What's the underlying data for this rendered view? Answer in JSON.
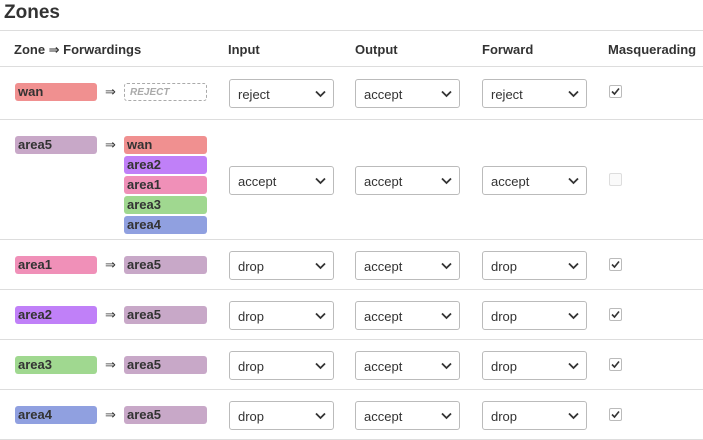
{
  "title": "Zones",
  "headers": {
    "zone": "Zone ⇒ Forwardings",
    "input": "Input",
    "output": "Output",
    "forward": "Forward",
    "masq": "Masquerading"
  },
  "arrow": "⇒",
  "reject_label": "REJECT",
  "rows": [
    {
      "zone": {
        "name": "wan",
        "color": "#f09090"
      },
      "forwardings": [],
      "input": "reject",
      "output": "accept",
      "forward": "reject",
      "masq": true
    },
    {
      "zone": {
        "name": "area5",
        "color": "#c8a8c8"
      },
      "forwardings": [
        {
          "name": "wan",
          "color": "#f09090"
        },
        {
          "name": "area2",
          "color": "#c080f8"
        },
        {
          "name": "area1",
          "color": "#f090b8"
        },
        {
          "name": "area3",
          "color": "#a0d890"
        },
        {
          "name": "area4",
          "color": "#90a0e0"
        }
      ],
      "input": "accept",
      "output": "accept",
      "forward": "accept",
      "masq": false
    },
    {
      "zone": {
        "name": "area1",
        "color": "#f090b8"
      },
      "forwardings": [
        {
          "name": "area5",
          "color": "#c8a8c8"
        }
      ],
      "input": "drop",
      "output": "accept",
      "forward": "drop",
      "masq": true
    },
    {
      "zone": {
        "name": "area2",
        "color": "#c080f8"
      },
      "forwardings": [
        {
          "name": "area5",
          "color": "#c8a8c8"
        }
      ],
      "input": "drop",
      "output": "accept",
      "forward": "drop",
      "masq": true
    },
    {
      "zone": {
        "name": "area3",
        "color": "#a0d890"
      },
      "forwardings": [
        {
          "name": "area5",
          "color": "#c8a8c8"
        }
      ],
      "input": "drop",
      "output": "accept",
      "forward": "drop",
      "masq": true
    },
    {
      "zone": {
        "name": "area4",
        "color": "#90a0e0"
      },
      "forwardings": [
        {
          "name": "area5",
          "color": "#c8a8c8"
        }
      ],
      "input": "drop",
      "output": "accept",
      "forward": "drop",
      "masq": true
    }
  ]
}
